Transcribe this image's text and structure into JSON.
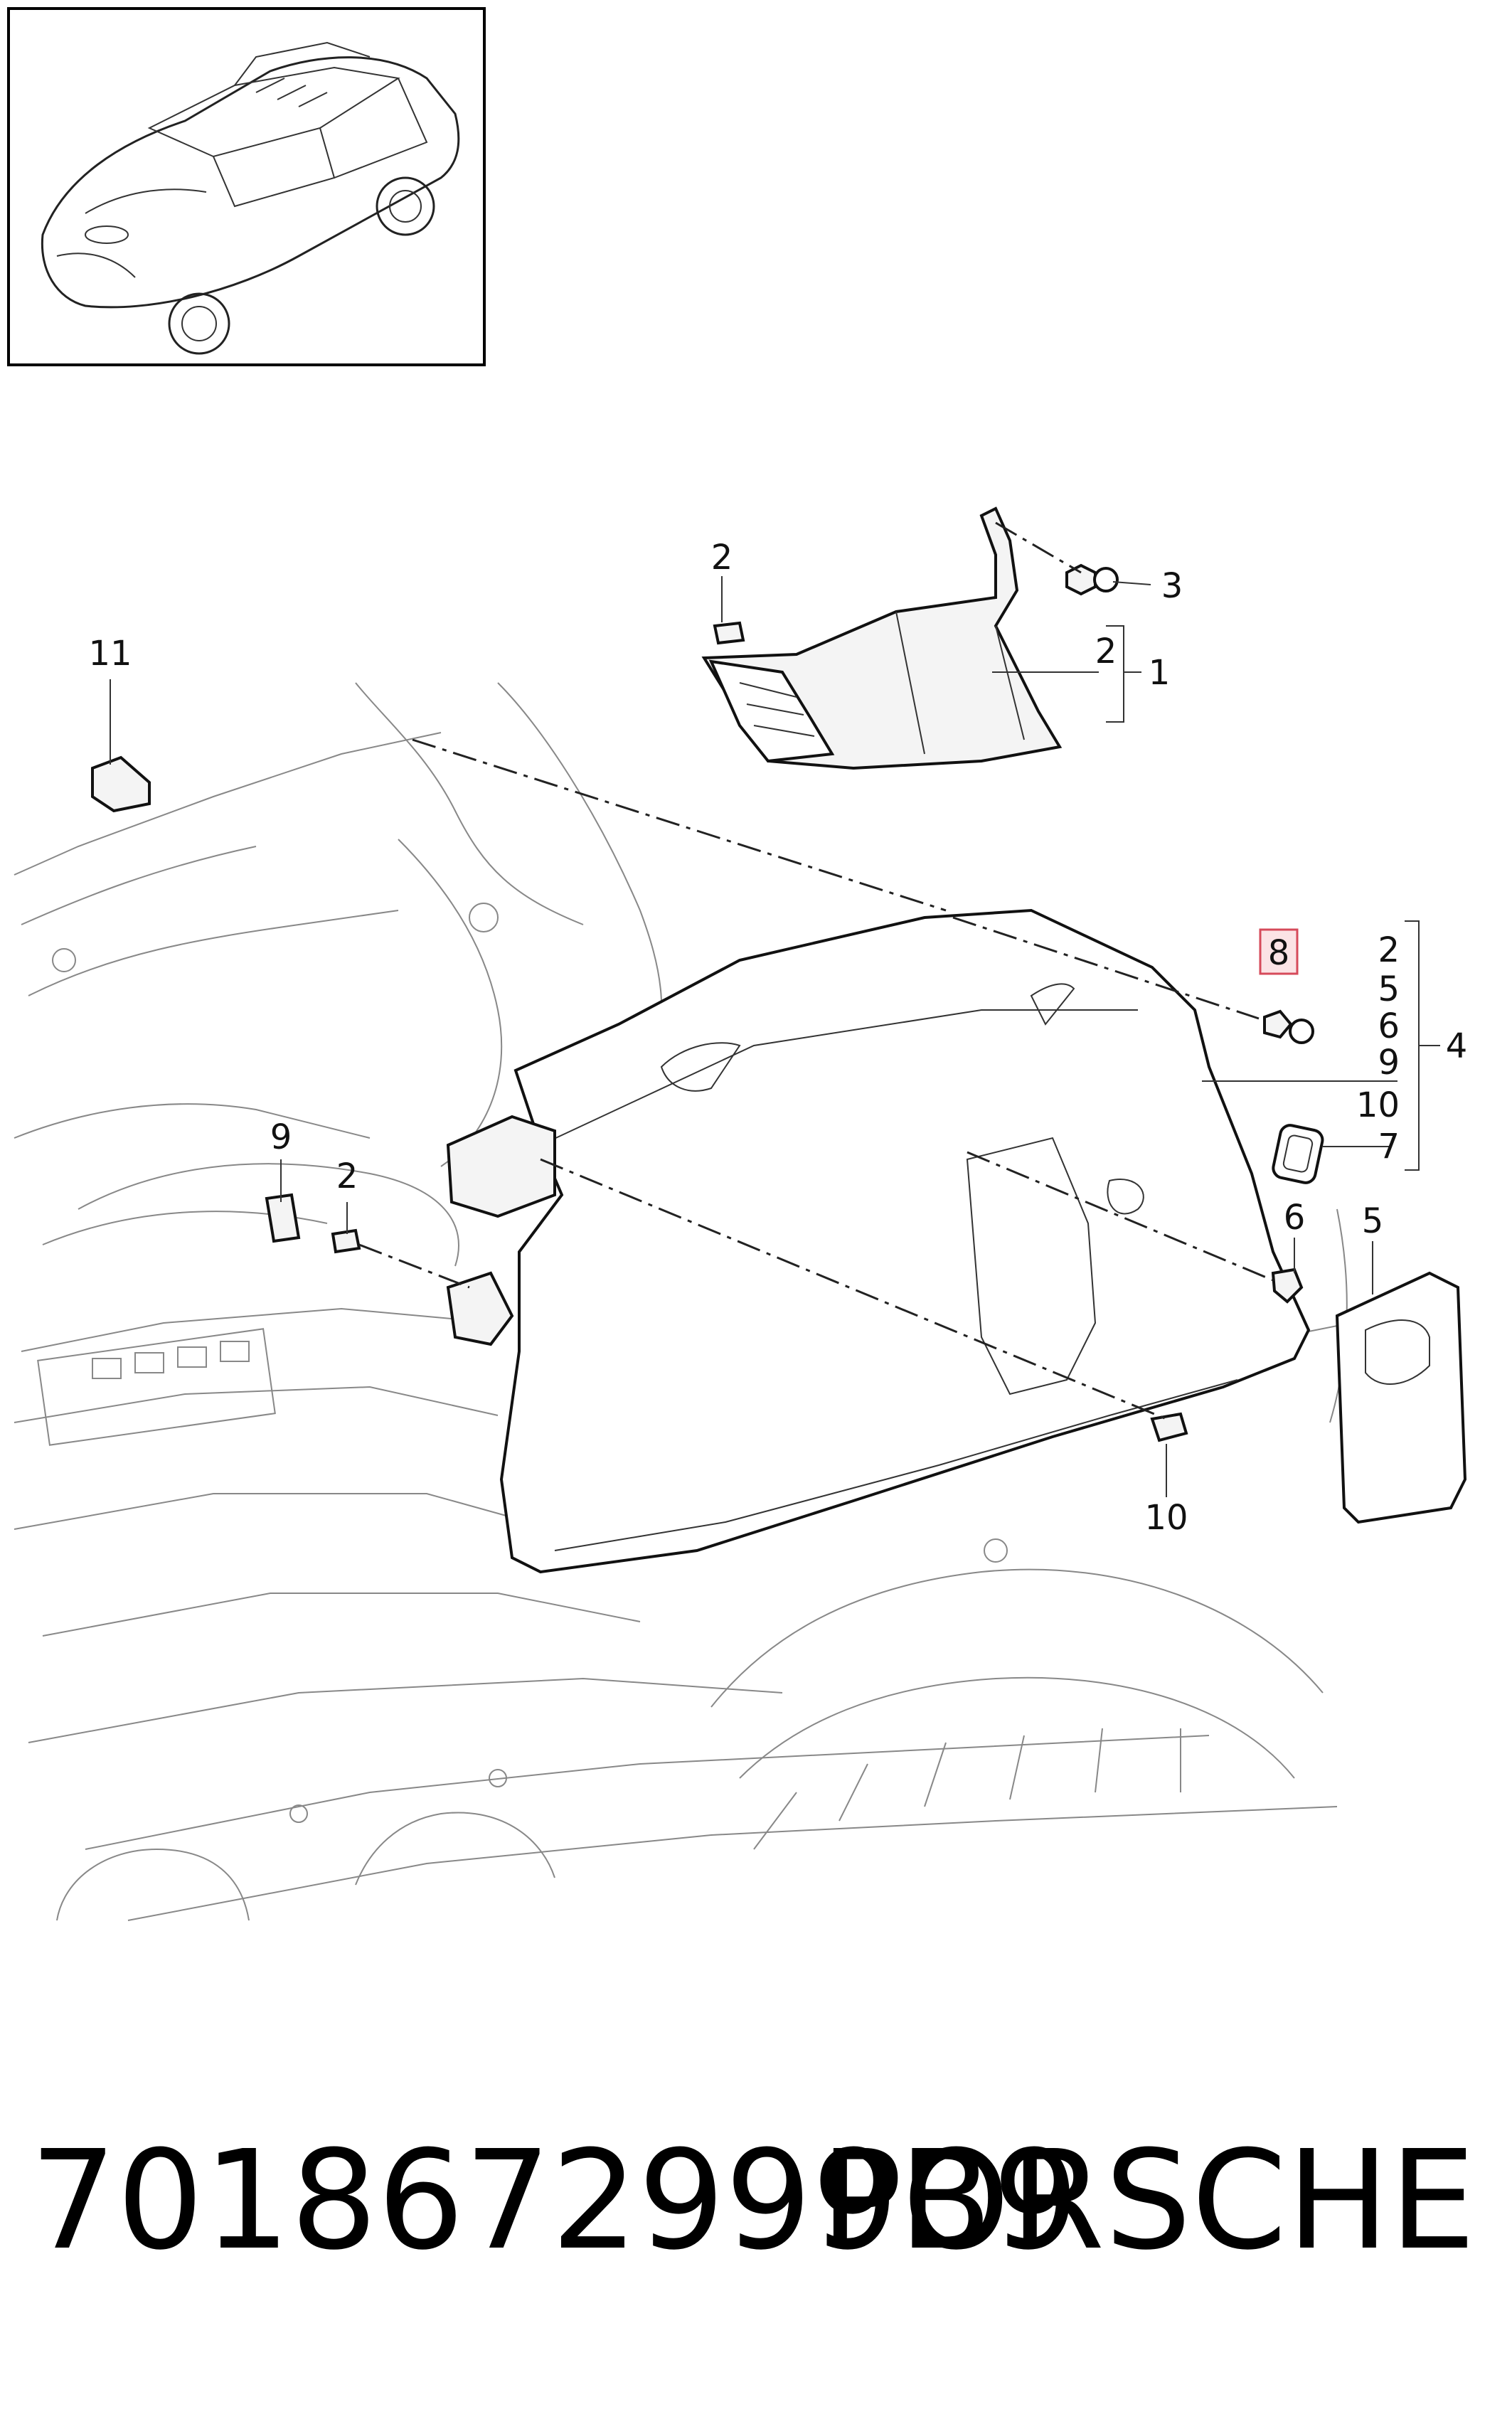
{
  "callouts": {
    "top_clip_2": "2",
    "bolt_3": "3",
    "panel_2": "2",
    "panel_1": "1",
    "clip_11": "11",
    "highlight_8": "8",
    "bracket_2": "2",
    "bracket_5": "5",
    "bracket_6": "6",
    "bracket_9": "9",
    "bracket_10": "10",
    "trim_4": "4",
    "frame_7": "7",
    "left_9": "9",
    "left_2": "2",
    "clip_6": "6",
    "cover_5": "5",
    "bottom_10": "10"
  },
  "footer": {
    "part_number": "7018672999B9",
    "brand": "PORSCHE"
  },
  "colors": {
    "highlight_fill": "#fbe3e5",
    "highlight_stroke": "#d64a5a"
  }
}
